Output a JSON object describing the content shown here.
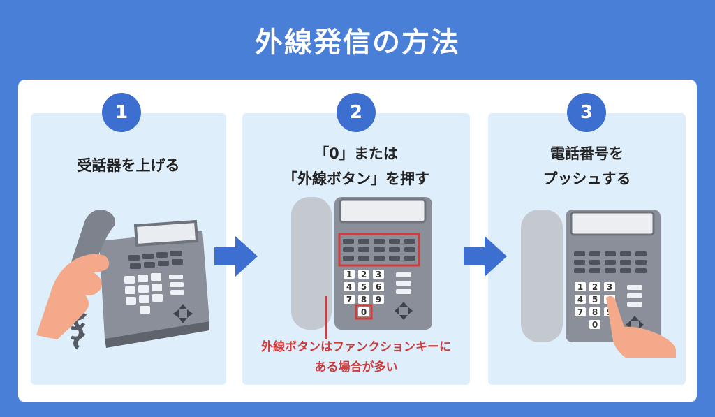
{
  "title": "外線発信の方法",
  "steps": [
    {
      "number": "1",
      "label_lines": [
        "受話器を上げる"
      ]
    },
    {
      "number": "2",
      "label_lines": [
        "「0」または",
        "「外線ボタン」を押す"
      ]
    },
    {
      "number": "3",
      "label_lines": [
        "電話番号を",
        "プッシュする"
      ]
    }
  ],
  "note_lines": [
    "外線ボタンはファンクションキーに",
    "ある場合が多い"
  ],
  "keypad": {
    "rows": [
      [
        "1",
        "2",
        "3"
      ],
      [
        "4",
        "5",
        "6"
      ],
      [
        "7",
        "8",
        "9"
      ],
      [
        "0"
      ]
    ],
    "highlighted_key": "0"
  },
  "colors": {
    "background": "#4a7fd8",
    "badge": "#3d6fd1",
    "panel": "#dfeefb",
    "highlight": "#d03c3c",
    "arrow": "#3d6fd1"
  }
}
